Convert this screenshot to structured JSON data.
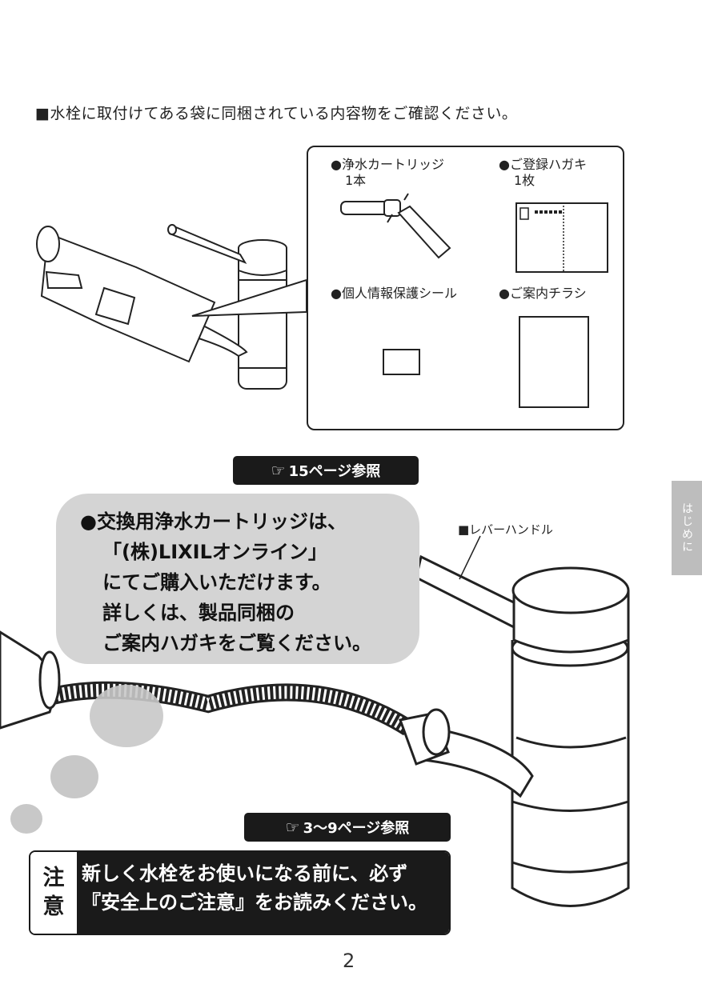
{
  "intro_text": "■水栓に取付けてある袋に同梱されている内容物をご確認ください。",
  "contents": {
    "items": [
      {
        "label": "●浄水カートリッジ",
        "qty": "1本"
      },
      {
        "label": "●ご登録ハガキ",
        "qty": "1枚"
      },
      {
        "label": "●個人情報保護シール",
        "qty": ""
      },
      {
        "label": "●ご案内チラシ",
        "qty": ""
      }
    ]
  },
  "ref_top": {
    "hand": "☞",
    "text": "15ページ参照"
  },
  "ref_bottom": {
    "hand": "☞",
    "text": "3～9ページ参照"
  },
  "bubble_lines": [
    "●交換用浄水カートリッジは、",
    "「(株)LIXILオンライン」",
    "にてご購入いただけます。",
    "詳しくは、製品同梱の",
    "ご案内ハガキをご覧ください。"
  ],
  "lever_label": "■レバーハンドル",
  "side_tab": "はじめに",
  "caution": {
    "head_1": "注",
    "head_2": "意",
    "line_1": "新しく水栓をお使いになる前に、必ず",
    "line_2": "『安全上のご注意』をお読みください。"
  },
  "page_number": "2"
}
